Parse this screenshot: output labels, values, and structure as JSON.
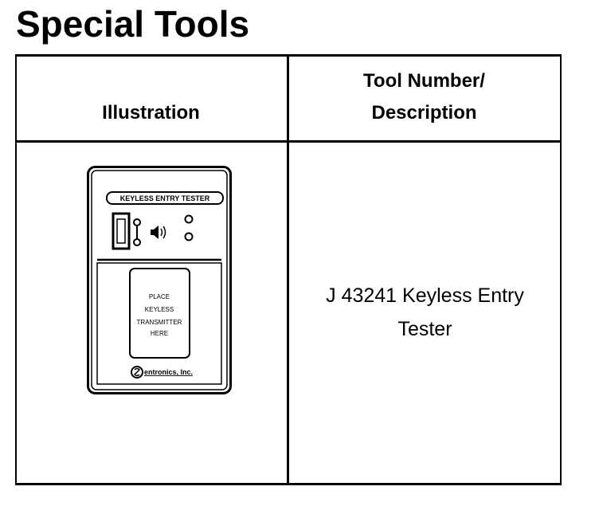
{
  "page": {
    "title": "Special Tools"
  },
  "table": {
    "headers": {
      "illustration": "Illustration",
      "tool_number_line1": "Tool Number/",
      "tool_number_line2": "Description"
    },
    "rows": [
      {
        "description_line1": "J 43241 Keyless Entry",
        "description_line2": "Tester",
        "illustration": {
          "device_label": "KEYLESS ENTRY TESTER",
          "instruction_line1": "PLACE",
          "instruction_line2": "KEYLESS",
          "instruction_line3": "TRANSMITTER",
          "instruction_line4": "HERE",
          "brand": "entronics, Inc.",
          "speaker_icon": "speaker-icon"
        }
      }
    ]
  }
}
